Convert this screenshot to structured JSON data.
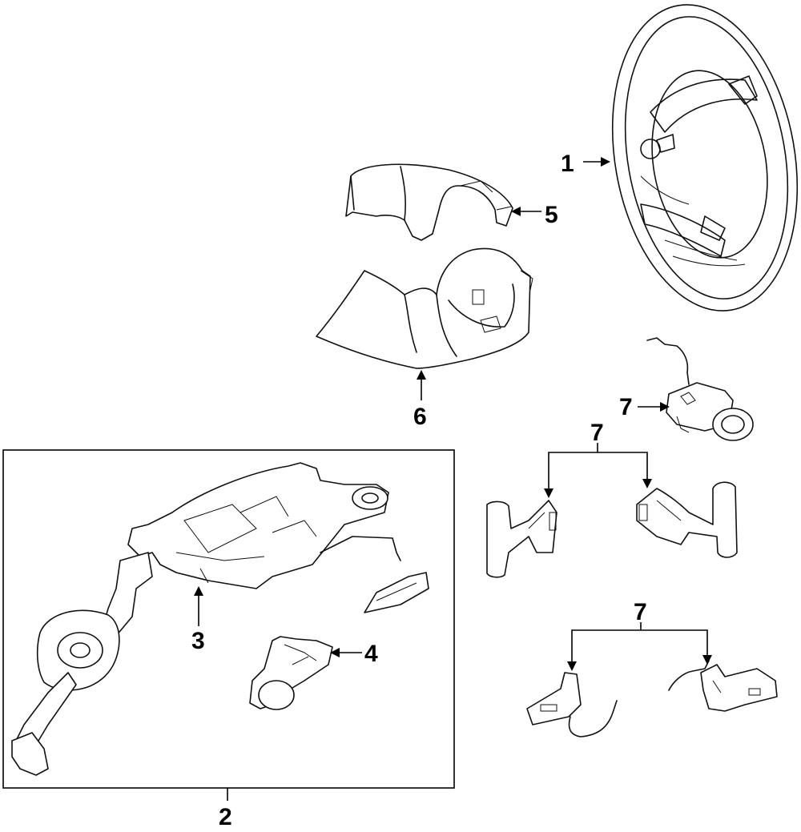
{
  "callouts": {
    "c1": "1",
    "c2": "2",
    "c3": "3",
    "c4": "4",
    "c5": "5",
    "c6": "6",
    "c7a": "7",
    "c7b": "7",
    "c7c": "7"
  },
  "colors": {
    "line": "#111111",
    "background": "#ffffff"
  }
}
